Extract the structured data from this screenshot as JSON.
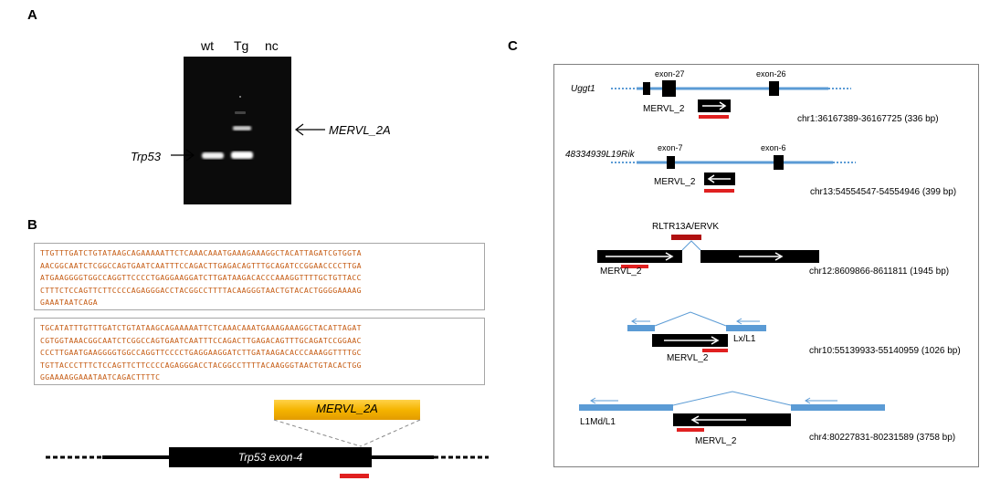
{
  "panels": {
    "a": "A",
    "b": "B",
    "c": "C"
  },
  "gel": {
    "lanes": [
      "wt",
      "Tg",
      "nc"
    ],
    "band_labels": {
      "trp53": "Trp53",
      "mervl": "MERVL_2A"
    }
  },
  "sequences": {
    "box1": [
      "TTGTTTGATCTGTATAAGCAGAAAAATTCTCAAACAAATGAAAGAAAGGCTACATTAGATCGTGGTA",
      "AACGGCAATCTCGGCCAGTGAATCAATTTCCAGACTTGAGACAGTTTGCAGATCCGGAACCCCTTGA",
      "ATGAAGGGGTGGCCAGGTTCCCCTGAGGAAGGATCTTGATAAGACACCCAAAGGTTTTGCTGTTACC",
      "CTTTCTCCAGTTCTTCCCCAGAGGGACCTACGGCCTTTTACAAGGGTAACTGTACACTGGGGAAAAG",
      "GAAATAATCAGA"
    ],
    "box2": [
      "TGCATATTTGTTTGATCTGTATAAGCAGAAAAATTCTCAAACAAATGAAAGAAAGGCTACATTAGAT",
      "CGTGGTAAACGGCAATCTCGGCCAGTGAATCAATTTCCAGACTTGAGACAGTTTGCAGATCCGGAAC",
      "CCCTTGAATGAAGGGGTGGCCAGGTTCCCCTGAGGAAGGATCTTGATAAGACACCCAAAGGTTTTGC",
      "TGTTACCCTTTCTCCAGTTCTTCCCCAGAGGGACCTACGGCCTTTTACAAGGGTAACTGTACACTGG",
      "GGAAAAGGAAATAATCAGACTTTTC"
    ]
  },
  "insertion": {
    "label": "MERVL_2A",
    "exon_label": "Trp53 exon-4"
  },
  "loci": [
    {
      "gene": "Uggt1",
      "exons": [
        "exon-27",
        "exon-26"
      ],
      "element": "MERVL_2",
      "coord": "chr1:36167389-36167725 (336 bp)"
    },
    {
      "gene": "48334939L19Rik",
      "exons": [
        "exon-7",
        "exon-6"
      ],
      "element": "MERVL_2",
      "coord": "chr13:54554547-54554946 (399 bp)"
    },
    {
      "gene": "",
      "repeat": "RLTR13A/ERVK",
      "element": "MERVL_2",
      "coord": "chr12:8609866-8611811 (1945 bp)"
    },
    {
      "gene": "",
      "repeat": "Lx/L1",
      "element": "MERVL_2",
      "coord": "chr10:55139933-55140959 (1026 bp)"
    },
    {
      "gene": "",
      "repeat": "L1Md/L1",
      "element": "MERVL_2",
      "coord": "chr4:80227831-80231589 (3758 bp)"
    }
  ],
  "colors": {
    "seq_text": "#c55a11",
    "intron_blue": "#5b9bd5",
    "red_bar": "#e02020",
    "dark_red": "#b01010",
    "orange_box": "#f5b400"
  }
}
